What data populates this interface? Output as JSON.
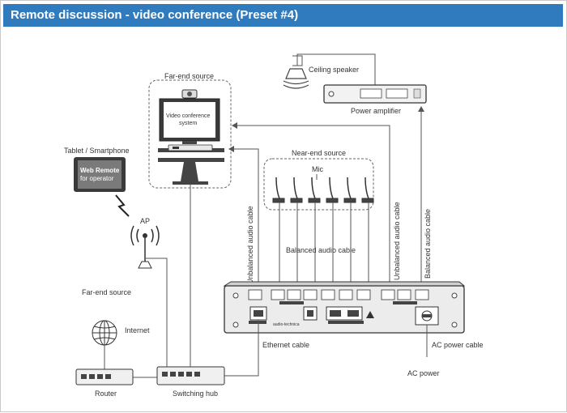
{
  "header": {
    "title": "Remote discussion - video conference (Preset #4)"
  },
  "labels": {
    "ceiling_speaker": "Ceiling speaker",
    "power_amplifier": "Power amplifier",
    "far_end_source_top": "Far-end source",
    "video_conference_line1": "Video conference",
    "video_conference_line2": "system",
    "tablet_smartphone": "Tablet / Smartphone",
    "web_remote_line1": "Web Remote",
    "web_remote_line2": "for operator",
    "ap": "AP",
    "near_end_source": "Near-end source",
    "mic": "Mic",
    "balanced_audio_cable_mid": "Balanced audio cable",
    "unbalanced_audio_cable_left": "Unbalanced audio cable",
    "unbalanced_audio_cable_right": "Unbalanced audio cable",
    "balanced_audio_cable_right": "Balanced audio cable",
    "far_end_source_left": "Far-end source",
    "internet": "Internet",
    "router": "Router",
    "switching_hub": "Switching hub",
    "ethernet_cable": "Ethernet cable",
    "ac_power_cable": "AC power cable",
    "ac_power": "AC power",
    "device_brand": "audio-technica"
  },
  "colors": {
    "banner": "#2f7bbd",
    "line": "#555555",
    "device_fill": "#e8e8e8",
    "dark": "#3a3a3a"
  }
}
